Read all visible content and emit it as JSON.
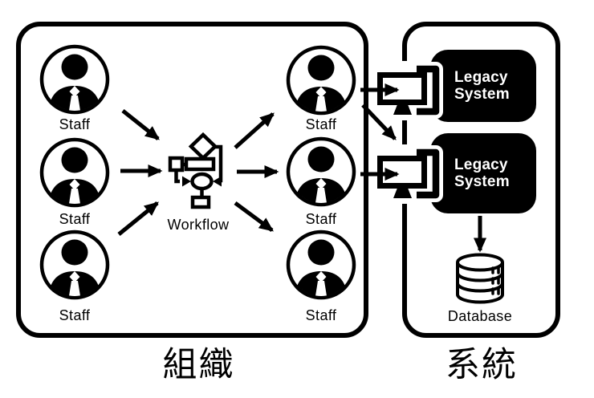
{
  "org": {
    "title": "組織",
    "left_staff": [
      {
        "label": "Staff"
      },
      {
        "label": "Staff"
      },
      {
        "label": "Staff"
      }
    ],
    "right_staff": [
      {
        "label": "Staff"
      },
      {
        "label": "Staff"
      },
      {
        "label": "Staff"
      }
    ],
    "workflow": {
      "label": "Workflow"
    }
  },
  "sys": {
    "title": "系統",
    "legacy_systems": [
      {
        "label": "Legacy System"
      },
      {
        "label": "Legacy System"
      }
    ],
    "database": {
      "label": "Database"
    }
  },
  "icons": {
    "staff": "person-bust-icon",
    "workflow": "flowchart-icon",
    "legacy_access": "monitor-with-arrow-icon",
    "database": "database-cylinder-icon",
    "connectors": "solid-black-arrows"
  },
  "colors": {
    "ink": "#000000",
    "background": "#ffffff",
    "panel_fill": "#000000",
    "text_on_dark": "#ffffff"
  }
}
